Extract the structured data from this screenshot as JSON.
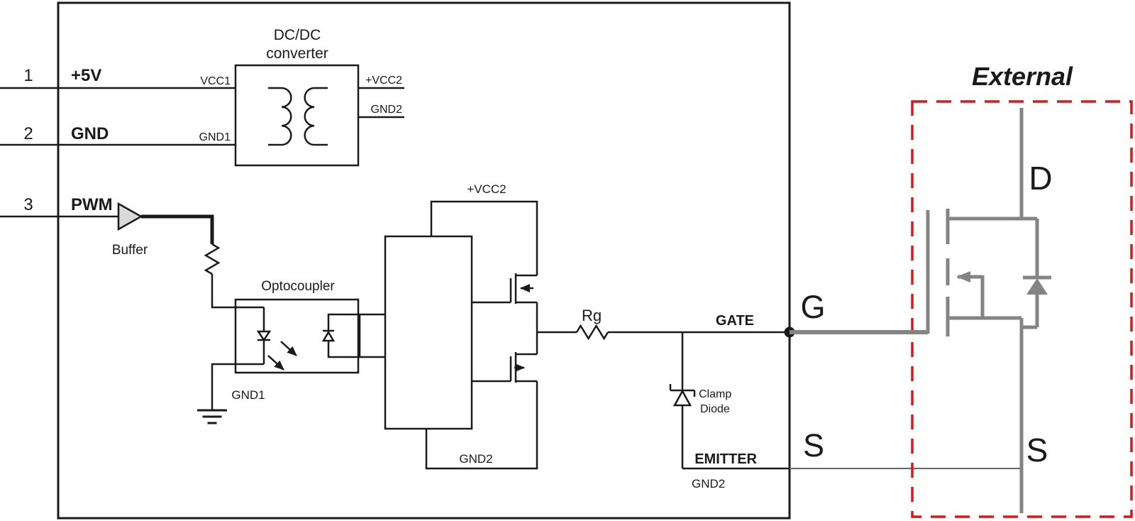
{
  "pins": [
    {
      "num": "1",
      "label": "+5V"
    },
    {
      "num": "2",
      "label": "GND"
    },
    {
      "num": "3",
      "label": "PWM"
    }
  ],
  "dcdc": {
    "name_line1": "DC/DC",
    "name_line2": "converter",
    "pin_vcc1": "VCC1",
    "pin_gnd1": "GND1",
    "pin_vcc2": "+VCC2",
    "pin_gnd2": "GND2"
  },
  "buffer": {
    "label": "Buffer"
  },
  "optocoupler": {
    "label": "Optocoupler",
    "gnd_ref": "GND1"
  },
  "driver": {
    "rail_top": "+VCC2",
    "rail_bottom": "GND2"
  },
  "gate_resistor": {
    "label": "Rg"
  },
  "clamp_diode": {
    "label_line1": "Clamp",
    "label_line2": "Diode"
  },
  "outputs": {
    "gate_label": "GATE",
    "gate_pin": "G",
    "emitter_label": "EMITTER",
    "emitter_ref": "GND2",
    "source_pin": "S"
  },
  "external": {
    "title": "External",
    "drain_label": "D",
    "source_label": "S"
  },
  "colors": {
    "accent_red": "#e31414",
    "wire_gray": "#848484",
    "line_black": "#1a1a1a"
  }
}
